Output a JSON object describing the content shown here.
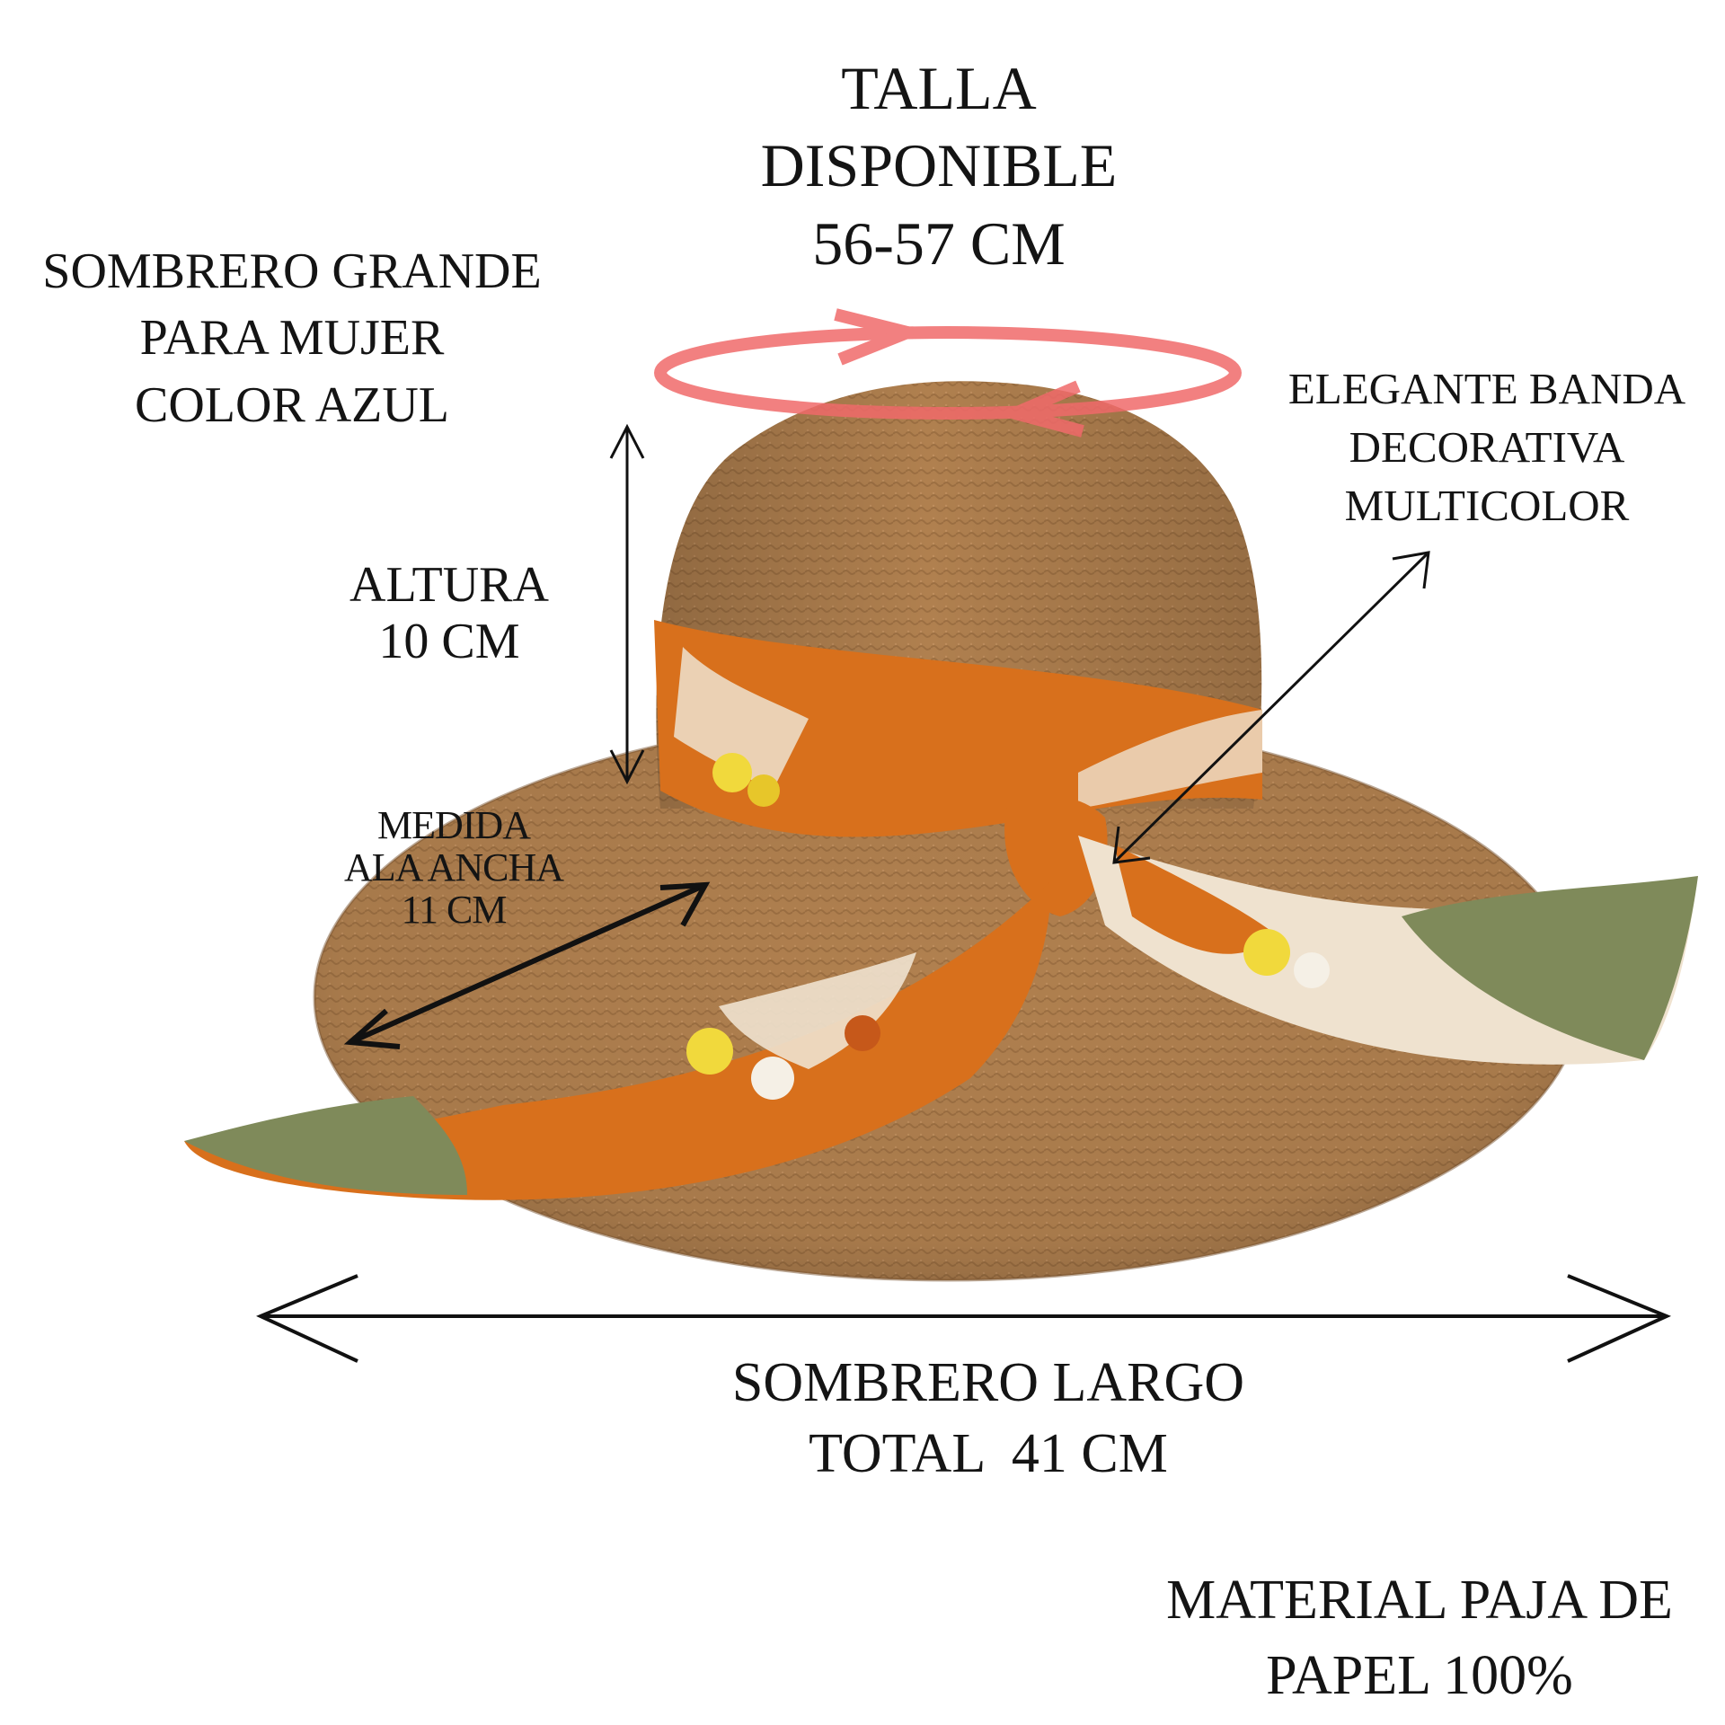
{
  "labels": {
    "talla": [
      "TALLA",
      "DISPONIBLE",
      "56-57 CM"
    ],
    "sombrero_grande": [
      "SOMBRERO GRANDE",
      "PARA MUJER",
      "COLOR AZUL"
    ],
    "altura": [
      "ALTURA",
      "10 CM"
    ],
    "banda": [
      "ELEGANTE BANDA",
      "DECORATIVA",
      "MULTICOLOR"
    ],
    "ala": [
      "MEDIDA",
      "ALA ANCHA",
      "11 CM"
    ],
    "largo": [
      "SOMBRERO LARGO",
      "TOTAL  41 CM"
    ],
    "material": [
      "MATERIAL PAJA DE",
      "PAPEL 100%"
    ]
  },
  "colors": {
    "straw": "#b0804f",
    "straw_dark": "#8c6036",
    "band_orange": "#d8701c",
    "band_green": "#7f8a5a",
    "band_cream": "#efe2cf",
    "ring_red": "#f06a6a",
    "arrow": "#111111"
  },
  "image": {
    "subject": "hat-photo"
  }
}
